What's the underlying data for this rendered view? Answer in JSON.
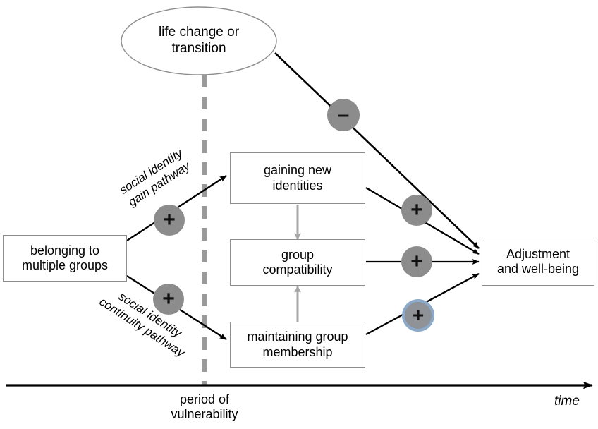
{
  "diagram": {
    "title_text": "",
    "colors": {
      "node_stroke": "#8e8e8e",
      "node_fill": "#ffffff",
      "arrow": "#000000",
      "gray_arrow": "#a0a0a0",
      "dashed_line": "#9a9a9a",
      "sign_gray": "#8c8c8c",
      "sign_blue_ring": "#8ba9c9",
      "sign_blue_fill": "#8f9296",
      "text": "#000000"
    },
    "ellipse": {
      "name": "life-change-node",
      "line1": "life change or",
      "line2": "transition"
    },
    "nodes": [
      {
        "id": "belonging",
        "line1": "belonging to",
        "line2": "multiple groups"
      },
      {
        "id": "gaining",
        "line1": "gaining new",
        "line2": "identities"
      },
      {
        "id": "compat",
        "line1": "group",
        "line2": "compatibility"
      },
      {
        "id": "maintaining",
        "line1": "maintaining group",
        "line2": "membership"
      },
      {
        "id": "adjustment",
        "line1": "Adjustment",
        "line2": "and well-being"
      }
    ],
    "path_labels": [
      {
        "id": "gain-pathway",
        "line1": "social identity",
        "line2": "gain pathway"
      },
      {
        "id": "continuity-pathway",
        "line1": "social identity",
        "line2": "continuity pathway"
      }
    ],
    "signs": [
      {
        "id": "sign-minus-life-change",
        "symbol": "–",
        "style": "gray"
      },
      {
        "id": "sign-plus-gain-pathway",
        "symbol": "+",
        "style": "gray"
      },
      {
        "id": "sign-plus-continuity-pathway",
        "symbol": "+",
        "style": "gray"
      },
      {
        "id": "sign-plus-gaining",
        "symbol": "+",
        "style": "gray"
      },
      {
        "id": "sign-plus-compat",
        "symbol": "+",
        "style": "gray"
      },
      {
        "id": "sign-plus-maintaining",
        "symbol": "+",
        "style": "blue"
      }
    ],
    "axis": {
      "vulnerability_line1": "period of",
      "vulnerability_line2": "vulnerability",
      "time_label": "time"
    }
  }
}
